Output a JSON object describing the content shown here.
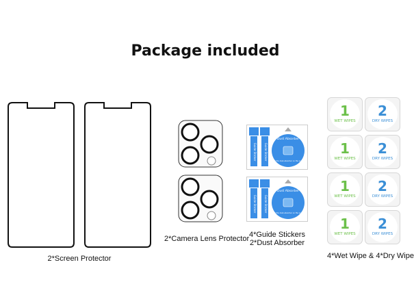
{
  "title": "Package included",
  "captions": {
    "screen_protector": "2*Screen Protector",
    "camera_lens": "2*Camera Lens Protector",
    "guide_line1": "4*Guide Stickers",
    "guide_line2": "2*Dust Absorber",
    "wipes": "4*Wet Wipe & 4*Dry Wipe"
  },
  "sticker_text": {
    "guide": "Guide Sticker",
    "dust": "Dust Absorber",
    "dust_small": "Stick the dust-absorber on the screen"
  },
  "wipes": {
    "wet_number": "1",
    "dry_number": "2",
    "wet_label": "WET WIPES",
    "dry_label": "DRY WIPES"
  },
  "colors": {
    "wet": "#6cc04a",
    "dry": "#3b8fd6",
    "sticker": "#3a8ee6",
    "outline": "#111111"
  }
}
